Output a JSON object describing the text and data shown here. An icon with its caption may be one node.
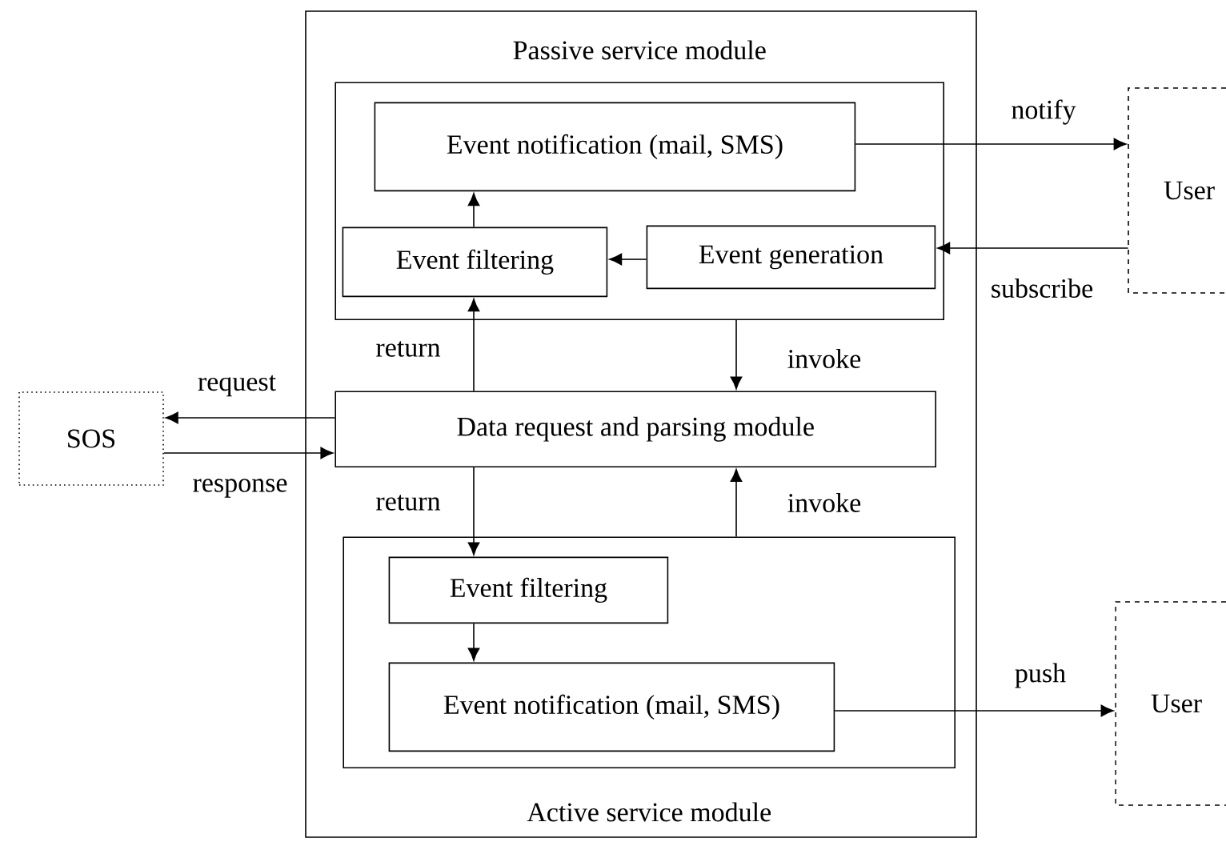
{
  "diagram": {
    "nodes": [
      {
        "text": [],
        "shape": "box"
      },
      {
        "text": [
          "Passive service module"
        ],
        "in": 0
      },
      {
        "text": [
          "Event notification (mail, SMS)"
        ],
        "in": 1
      },
      {
        "text": [
          "Event filtering"
        ],
        "in": 1
      },
      {
        "text": [
          "Event generation"
        ],
        "in": 1
      },
      {
        "text": [
          "Data request and parsing module"
        ],
        "in": 0
      },
      {
        "text": [
          "Active service module"
        ],
        "in": 0
      },
      {
        "text": [
          "Event filtering"
        ],
        "in": 6
      },
      {
        "text": [
          "Event notification (mail, SMS)"
        ],
        "in": 6
      },
      {
        "text": [
          "SOS"
        ]
      },
      {
        "text": [
          "User"
        ]
      },
      {
        "text": [
          "User"
        ]
      }
    ],
    "edges": [
      {
        "from": 2,
        "to": 10,
        "arrow": "to",
        "label": "notify"
      },
      {
        "from": 10,
        "to": 4,
        "arrow": "to",
        "label": "subscribe"
      },
      {
        "from": 4,
        "to": 3,
        "arrow": "to"
      },
      {
        "from": 3,
        "to": 2,
        "arrow": "to"
      },
      {
        "from": 5,
        "to": 3,
        "arrow": "to",
        "label": "return"
      },
      {
        "from": 1,
        "to": 5,
        "arrow": "to",
        "label": "invoke"
      },
      {
        "from": 5,
        "to": 9,
        "arrow": "to",
        "label": "request"
      },
      {
        "from": 9,
        "to": 5,
        "arrow": "to",
        "label": "response"
      },
      {
        "from": 5,
        "to": 7,
        "arrow": "to",
        "label": "return"
      },
      {
        "from": 6,
        "to": 5,
        "arrow": "to",
        "label": "invoke"
      },
      {
        "from": 7,
        "to": 8,
        "arrow": "to"
      },
      {
        "from": 8,
        "to": 11,
        "arrow": "to",
        "label": "push"
      }
    ]
  }
}
